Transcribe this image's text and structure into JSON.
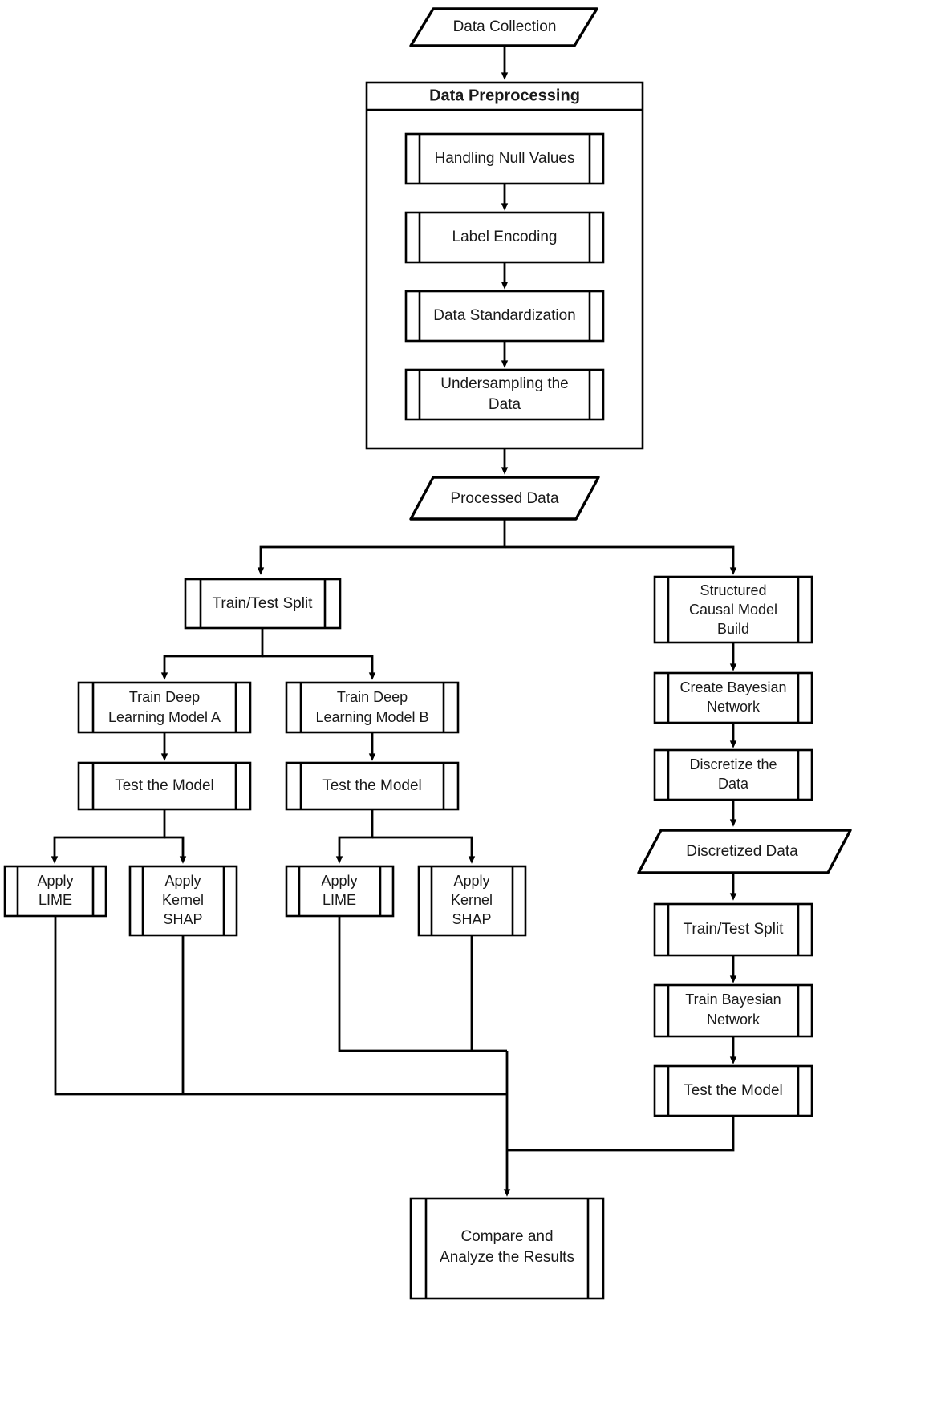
{
  "diagram": {
    "title": "Machine Learning Methodology Flowchart",
    "stroke_color": "#000000",
    "fill_color": "#ffffff",
    "text_color": "#1a1a1a"
  },
  "nodes": {
    "data_collection": {
      "label": "Data Collection",
      "shape": "parallelogram"
    },
    "data_preprocessing": {
      "label": "Data Preprocessing",
      "shape": "container"
    },
    "handling_null_values": {
      "label": "Handling Null Values",
      "shape": "predefined-process"
    },
    "label_encoding": {
      "label": "Label Encoding",
      "shape": "predefined-process"
    },
    "data_standardization": {
      "label": "Data Standardization",
      "shape": "predefined-process"
    },
    "undersampling_line1": {
      "label": "Undersampling the",
      "shape": "predefined-process"
    },
    "undersampling_line2": {
      "label": "Data"
    },
    "processed_data": {
      "label": "Processed Data",
      "shape": "parallelogram"
    },
    "train_test_split_left": {
      "label": "Train/Test Split",
      "shape": "predefined-process"
    },
    "train_model_a_line1": {
      "label": "Train Deep",
      "shape": "predefined-process"
    },
    "train_model_a_line2": {
      "label": "Learning Model A"
    },
    "train_model_b_line1": {
      "label": "Train Deep",
      "shape": "predefined-process"
    },
    "train_model_b_line2": {
      "label": "Learning Model B"
    },
    "test_model_a": {
      "label": "Test the Model",
      "shape": "predefined-process"
    },
    "test_model_b": {
      "label": "Test the Model",
      "shape": "predefined-process"
    },
    "apply_lime_a_line1": {
      "label": "Apply",
      "shape": "predefined-process"
    },
    "apply_lime_a_line2": {
      "label": "LIME"
    },
    "apply_shap_a_line1": {
      "label": "Apply",
      "shape": "predefined-process"
    },
    "apply_shap_a_line2": {
      "label": "Kernel"
    },
    "apply_shap_a_line3": {
      "label": "SHAP"
    },
    "apply_lime_b_line1": {
      "label": "Apply",
      "shape": "predefined-process"
    },
    "apply_lime_b_line2": {
      "label": "LIME"
    },
    "apply_shap_b_line1": {
      "label": "Apply",
      "shape": "predefined-process"
    },
    "apply_shap_b_line2": {
      "label": "Kernel"
    },
    "apply_shap_b_line3": {
      "label": "SHAP"
    },
    "structured_causal_line1": {
      "label": "Structured",
      "shape": "predefined-process"
    },
    "structured_causal_line2": {
      "label": "Causal Model"
    },
    "structured_causal_line3": {
      "label": "Build"
    },
    "create_bayesian_line1": {
      "label": "Create Bayesian",
      "shape": "predefined-process"
    },
    "create_bayesian_line2": {
      "label": "Network"
    },
    "discretize_line1": {
      "label": "Discretize the",
      "shape": "predefined-process"
    },
    "discretize_line2": {
      "label": "Data"
    },
    "discretized_data": {
      "label": "Discretized Data",
      "shape": "parallelogram"
    },
    "train_test_split_right": {
      "label": "Train/Test Split",
      "shape": "predefined-process"
    },
    "train_bayesian_line1": {
      "label": "Train Bayesian",
      "shape": "predefined-process"
    },
    "train_bayesian_line2": {
      "label": "Network"
    },
    "test_model_bayesian": {
      "label": "Test the Model",
      "shape": "predefined-process"
    },
    "compare_results_line1": {
      "label": "Compare and",
      "shape": "predefined-process"
    },
    "compare_results_line2": {
      "label": "Analyze the Results"
    }
  }
}
